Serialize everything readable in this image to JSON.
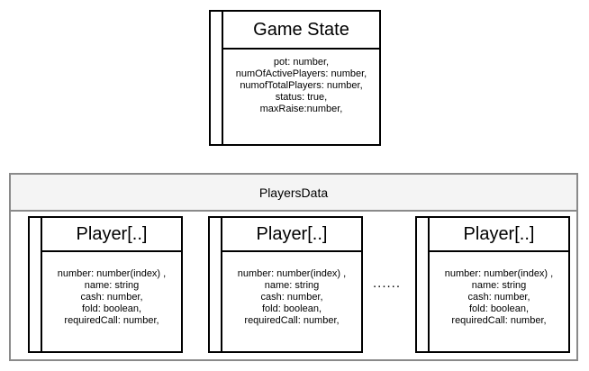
{
  "game_state": {
    "title": "Game State",
    "fields": [
      "pot: number,",
      "numOfActivePlayers: number,",
      "numofTotalPlayers: number,",
      "status: true,",
      "maxRaise:number,"
    ]
  },
  "players_container": {
    "title": "PlayersData"
  },
  "players": [
    {
      "title": "Player[..]",
      "fields": [
        "number: number(index) ,",
        "name: string",
        "cash: number,",
        "fold: boolean,",
        "requiredCall: number,"
      ]
    },
    {
      "title": "Player[..]",
      "fields": [
        "number: number(index) ,",
        "name: string",
        "cash: number,",
        "fold: boolean,",
        "requiredCall: number,"
      ]
    },
    {
      "title": "Player[..]",
      "fields": [
        "number: number(index) ,",
        "name: string",
        "cash: number,",
        "fold: boolean,",
        "requiredCall: number,"
      ]
    }
  ],
  "ellipsis": "......"
}
